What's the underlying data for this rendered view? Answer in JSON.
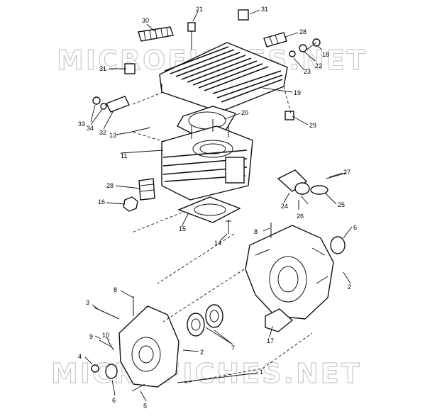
{
  "watermark": {
    "top_text": "MICROFICHES.NET",
    "bottom_text": "MICROFICHES.NET",
    "color": "#c9c9c9"
  },
  "callouts": [
    "30",
    "21",
    "31",
    "28",
    "18",
    "22",
    "23",
    "31",
    "19",
    "33",
    "34",
    "32",
    "20",
    "13",
    "29",
    "11",
    "28",
    "27",
    "16",
    "24",
    "26",
    "25",
    "15",
    "14",
    "8",
    "6",
    "2",
    "8",
    "3",
    "9",
    "10",
    "4",
    "7",
    "17",
    "2",
    "1",
    "6",
    "5"
  ]
}
